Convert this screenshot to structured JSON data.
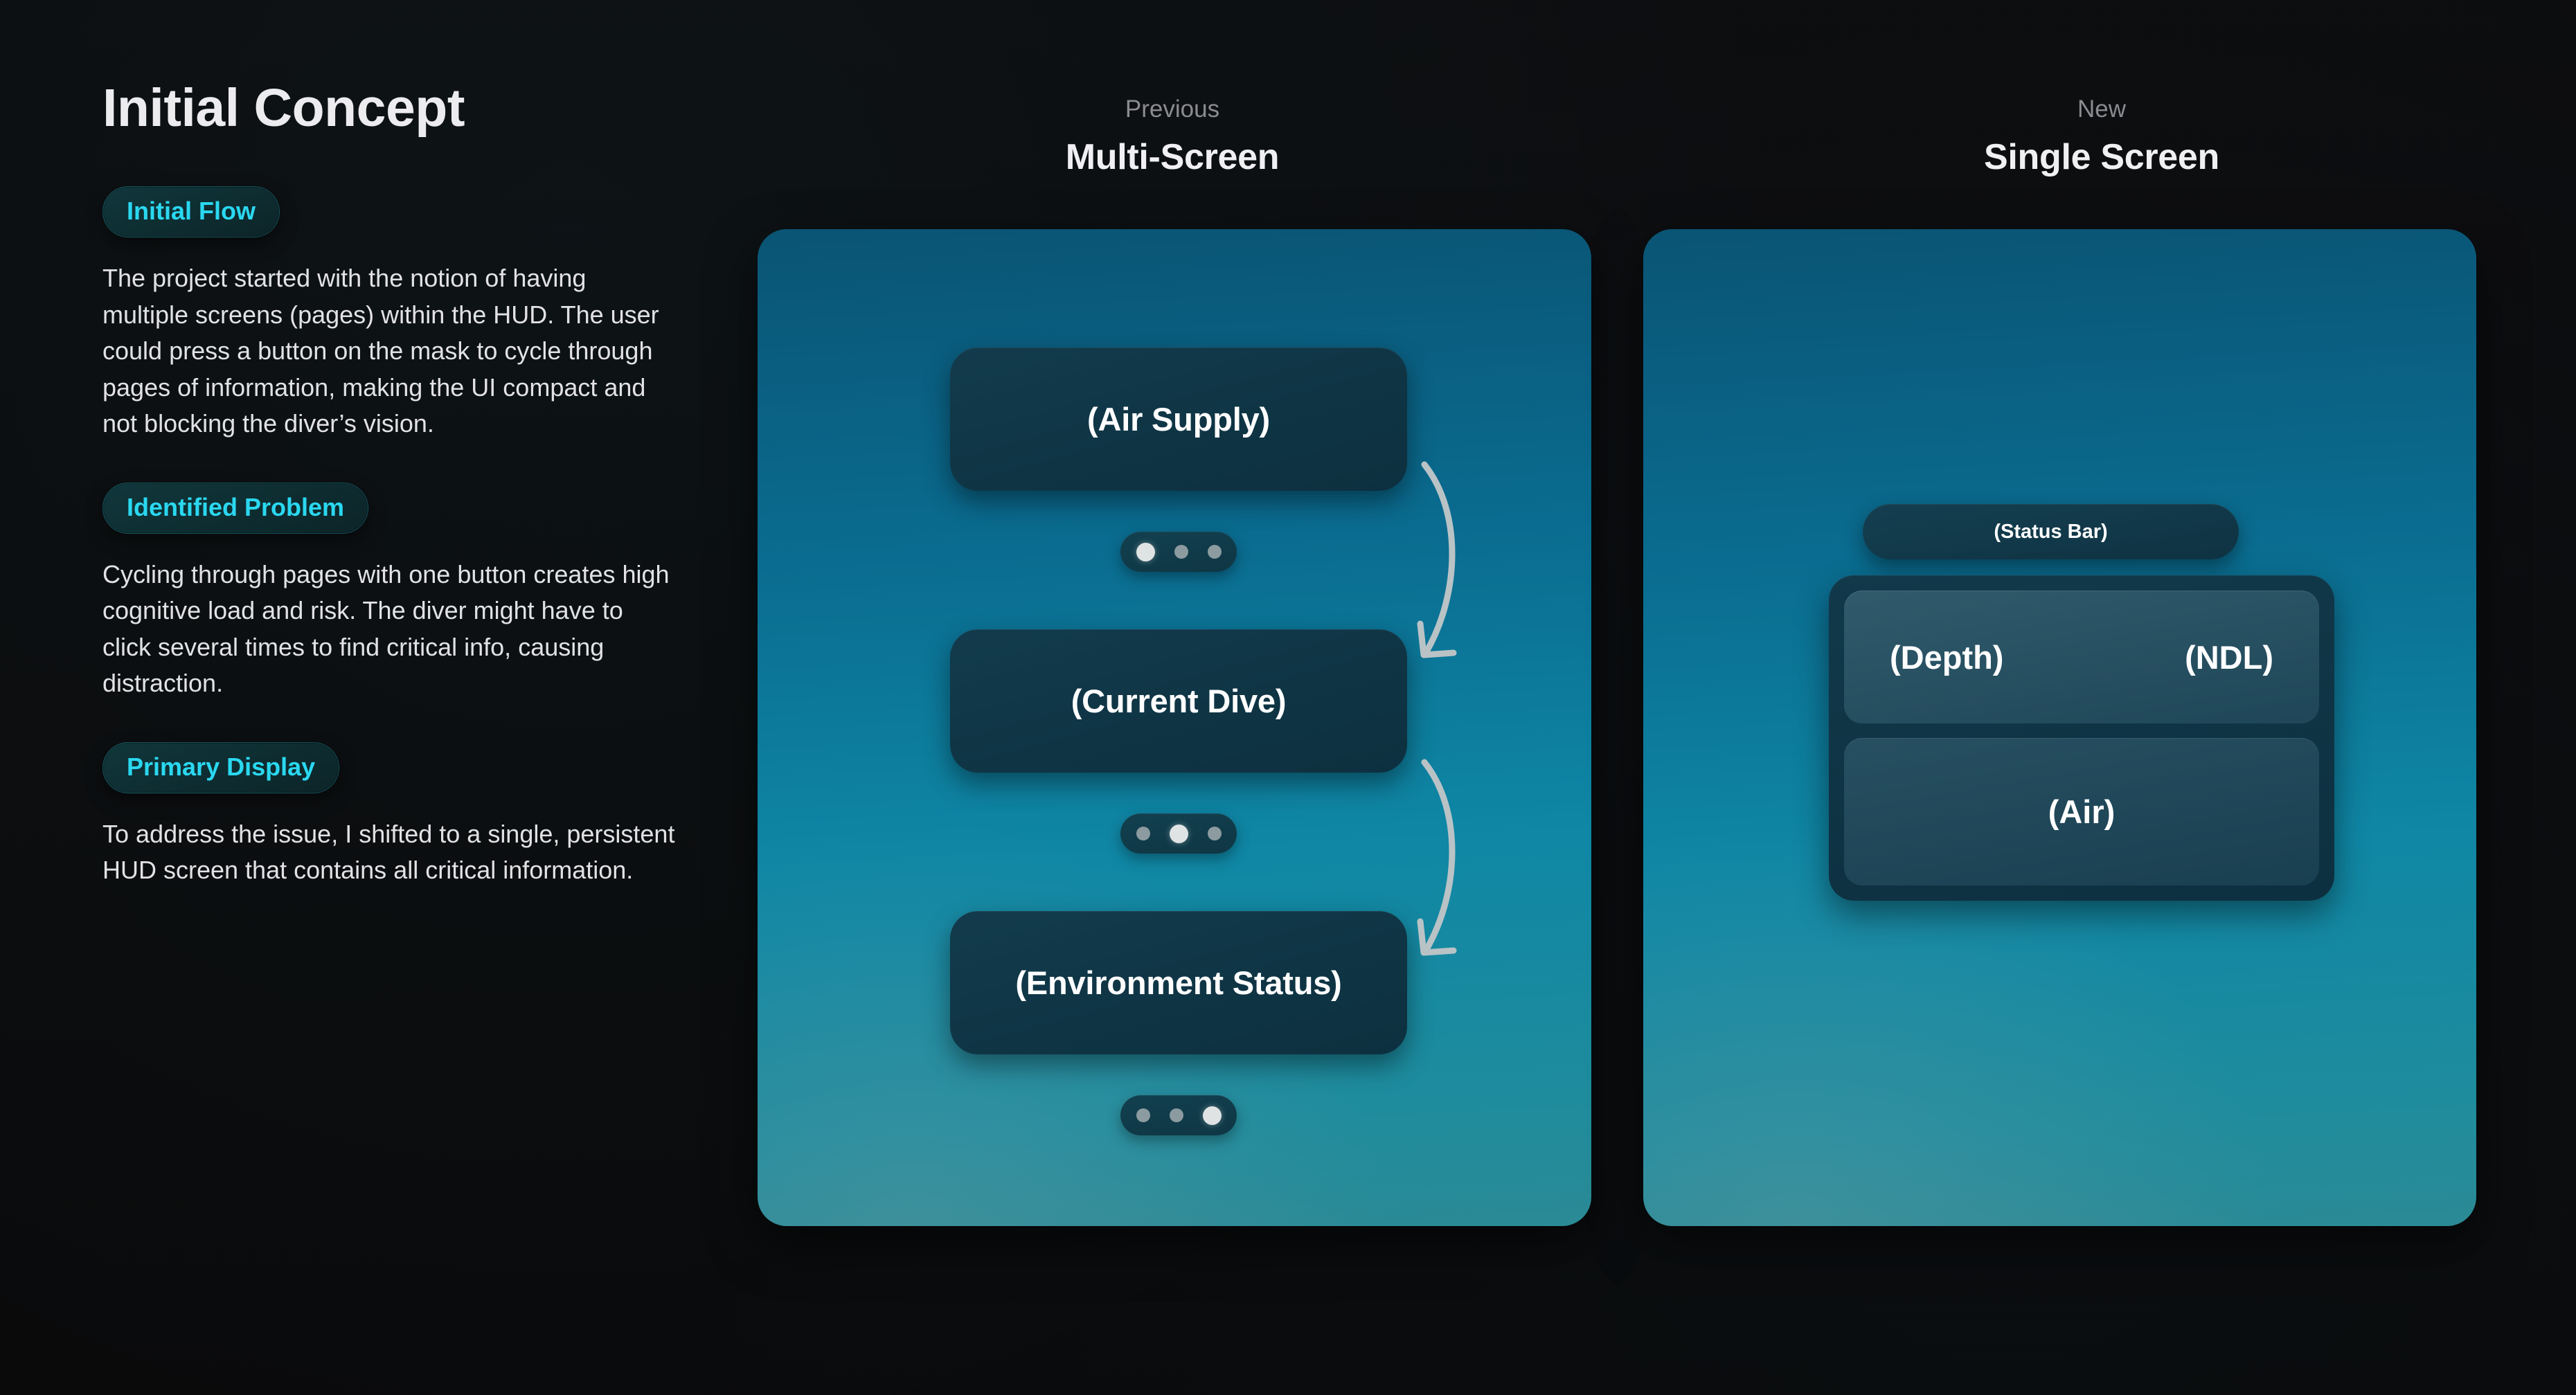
{
  "page": {
    "title": "Initial Concept",
    "background_color": "#0c0c0d",
    "accent_color": "#2ad8f0"
  },
  "sections": [
    {
      "tag": "Initial Flow",
      "body": "The project started with the notion of having multiple screens (pages) within the HUD. The user could press a button on the mask to cycle through pages of information, making the UI compact and not blocking the diver’s vision."
    },
    {
      "tag": "Identified Problem",
      "body": "Cycling through pages with one button creates high cognitive load and risk. The diver might have to click several times to find critical info, causing distraction."
    },
    {
      "tag": "Primary Display",
      "body": "To address the issue, I shifted to a single, persistent HUD screen that contains all critical information."
    }
  ],
  "columns": {
    "previous": {
      "eyebrow": "Previous",
      "headline": "Multi-Screen",
      "panel_gradient_from": "#0a5474",
      "panel_gradient_to": "#2b8a95",
      "cards": [
        {
          "label": "(Air Supply)",
          "active_dot": 0
        },
        {
          "label": "(Current Dive)",
          "active_dot": 1
        },
        {
          "label": "(Environment Status)",
          "active_dot": 2
        }
      ],
      "dot_count": 3,
      "arrow_count": 2
    },
    "new": {
      "eyebrow": "New",
      "headline": "Single Screen",
      "panel_gradient_from": "#0a5474",
      "panel_gradient_to": "#2b8a95",
      "status_bar": "(Status Bar)",
      "hud_top_left": "(Depth)",
      "hud_top_right": "(NDL)",
      "hud_bottom": "(Air)"
    }
  }
}
